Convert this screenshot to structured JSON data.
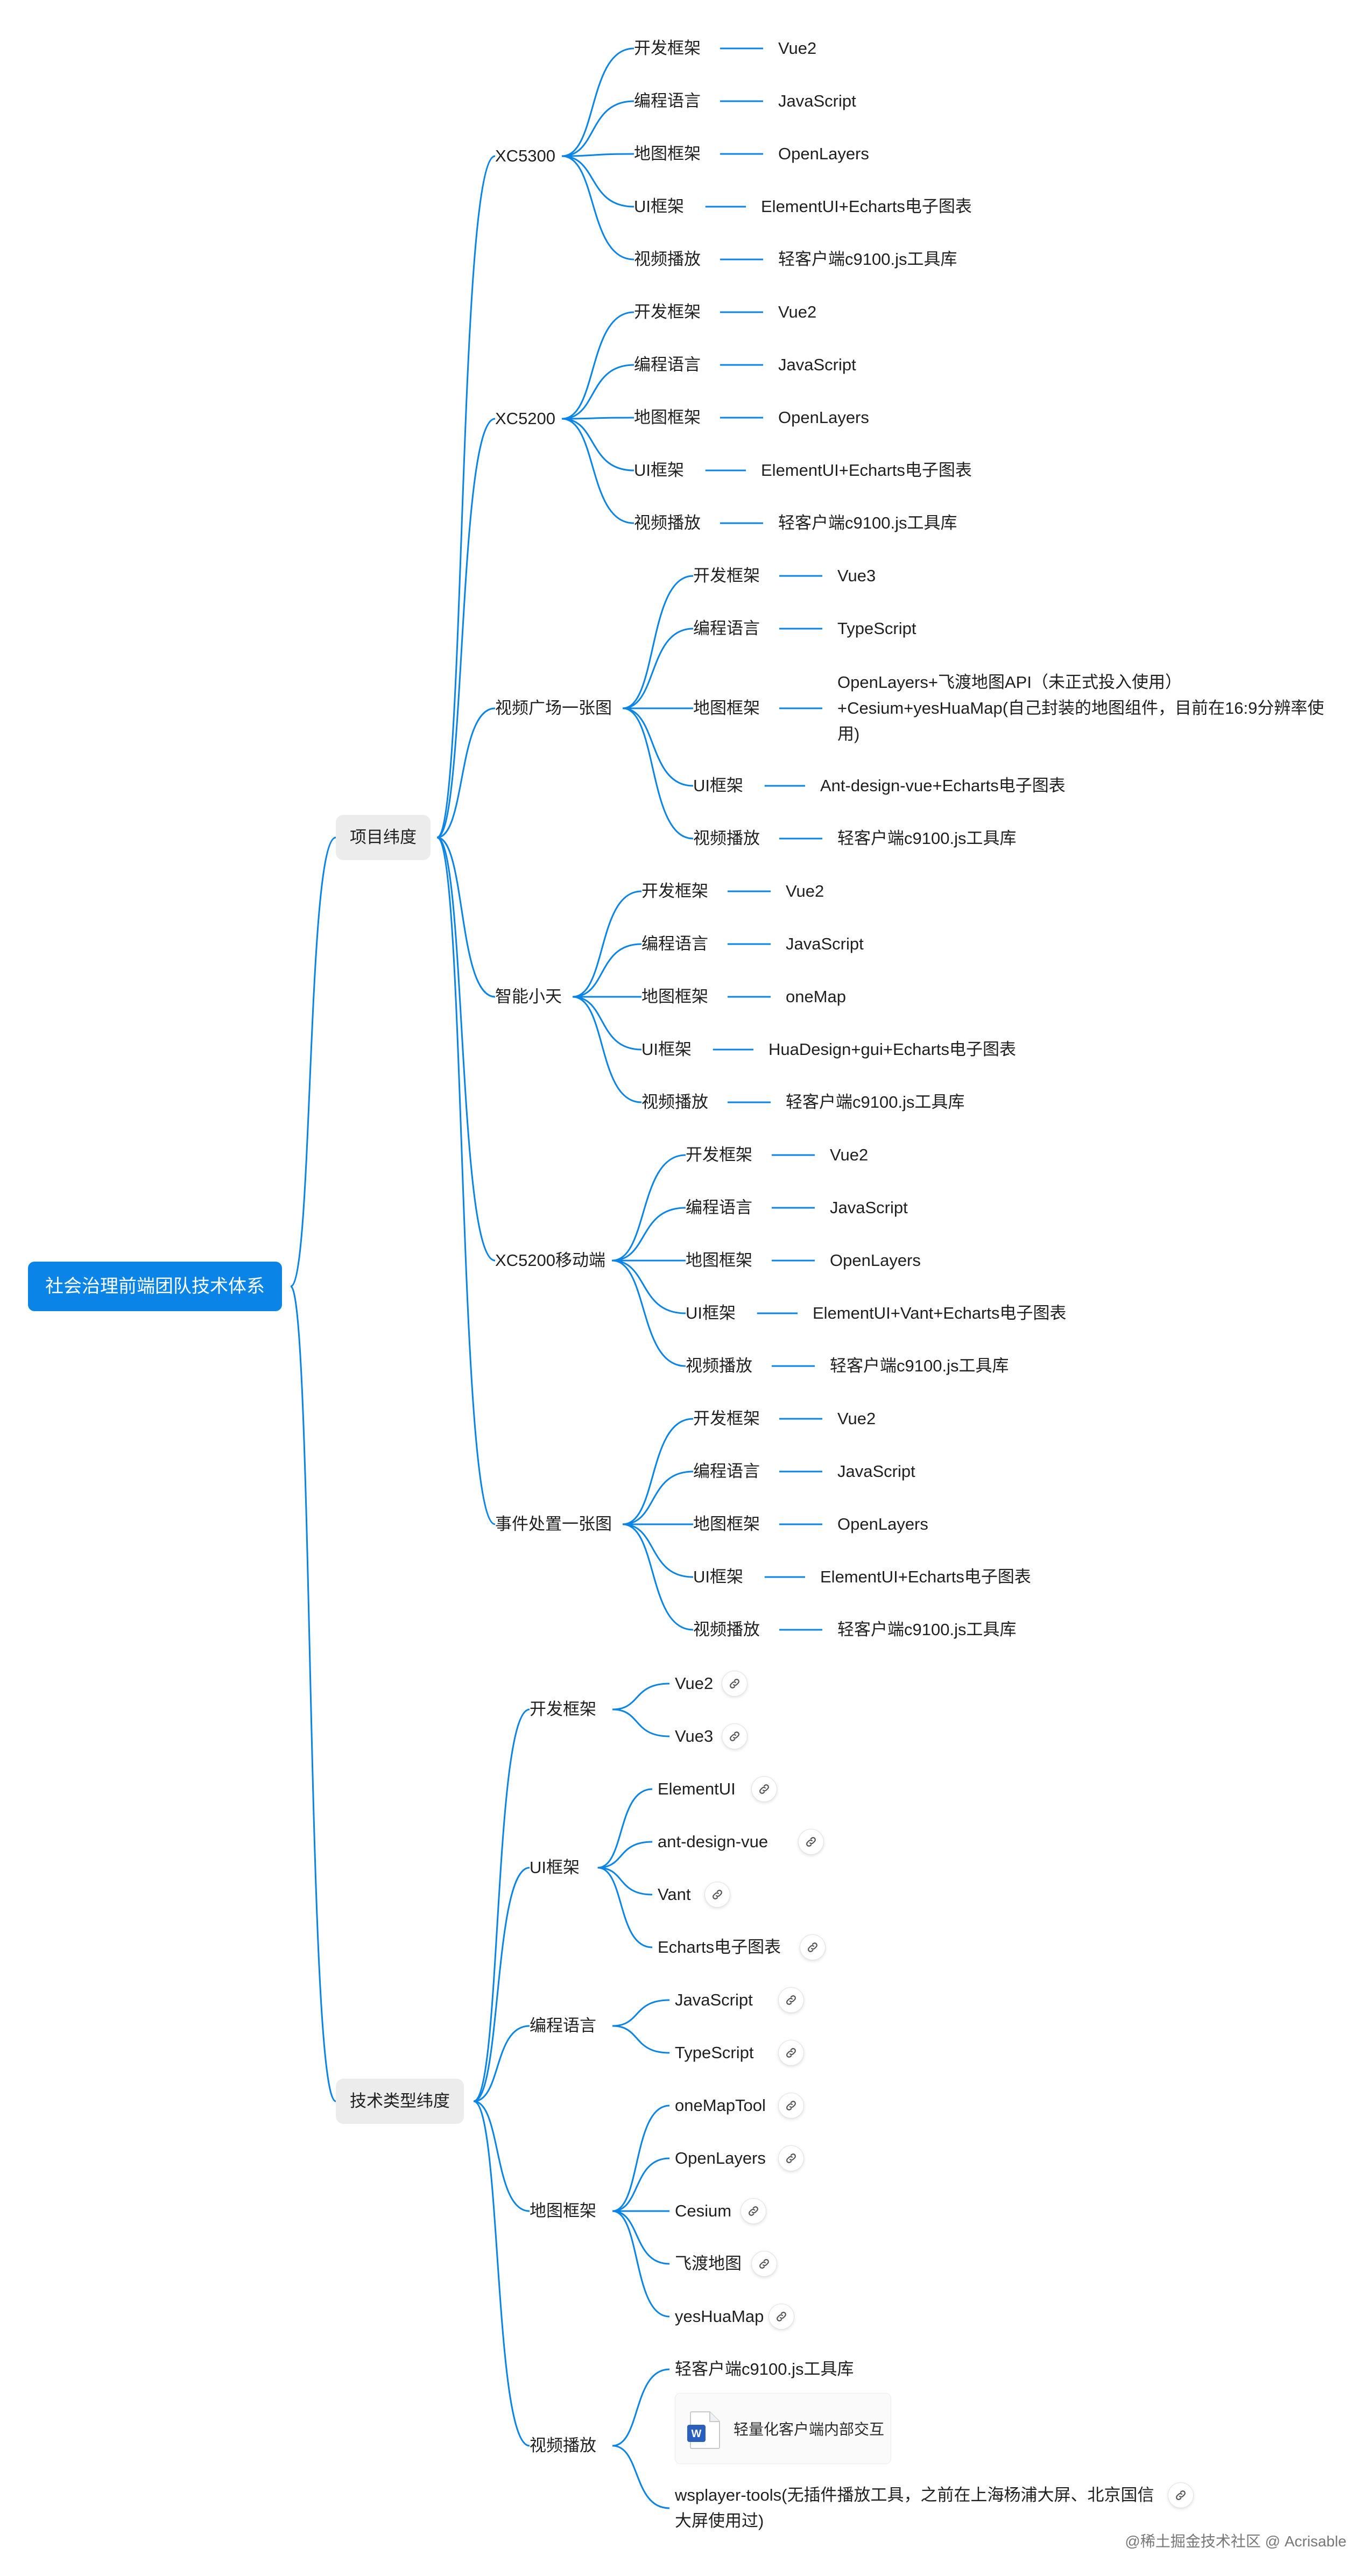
{
  "root": "社会治理前端团队技术体系",
  "dimensions": {
    "project": {
      "label": "项目纬度",
      "projects": [
        {
          "name": "XC5300",
          "items": [
            {
              "category": "开发框架",
              "value": "Vue2"
            },
            {
              "category": "编程语言",
              "value": "JavaScript"
            },
            {
              "category": "地图框架",
              "value": "OpenLayers"
            },
            {
              "category": "UI框架",
              "value": "ElementUI+Echarts电子图表"
            },
            {
              "category": "视频播放",
              "value": "轻客户端c9100.js工具库"
            }
          ]
        },
        {
          "name": "XC5200",
          "items": [
            {
              "category": "开发框架",
              "value": "Vue2"
            },
            {
              "category": "编程语言",
              "value": "JavaScript"
            },
            {
              "category": "地图框架",
              "value": "OpenLayers"
            },
            {
              "category": "UI框架",
              "value": "ElementUI+Echarts电子图表"
            },
            {
              "category": "视频播放",
              "value": "轻客户端c9100.js工具库"
            }
          ]
        },
        {
          "name": "视频广场一张图",
          "items": [
            {
              "category": "开发框架",
              "value": "Vue3"
            },
            {
              "category": "编程语言",
              "value": "TypeScript"
            },
            {
              "category": "地图框架",
              "value": "OpenLayers+飞渡地图API（未正式投入使用）+Cesium+yesHuaMap(自己封装的地图组件，目前在16:9分辨率使用)"
            },
            {
              "category": "UI框架",
              "value": "Ant-design-vue+Echarts电子图表"
            },
            {
              "category": "视频播放",
              "value": "轻客户端c9100.js工具库"
            }
          ]
        },
        {
          "name": "智能小天",
          "items": [
            {
              "category": "开发框架",
              "value": "Vue2"
            },
            {
              "category": "编程语言",
              "value": "JavaScript"
            },
            {
              "category": "地图框架",
              "value": "oneMap"
            },
            {
              "category": "UI框架",
              "value": "HuaDesign+gui+Echarts电子图表"
            },
            {
              "category": "视频播放",
              "value": "轻客户端c9100.js工具库"
            }
          ]
        },
        {
          "name": "XC5200移动端",
          "items": [
            {
              "category": "开发框架",
              "value": "Vue2"
            },
            {
              "category": "编程语言",
              "value": "JavaScript"
            },
            {
              "category": "地图框架",
              "value": "OpenLayers"
            },
            {
              "category": "UI框架",
              "value": "ElementUI+Vant+Echarts电子图表"
            },
            {
              "category": "视频播放",
              "value": "轻客户端c9100.js工具库"
            }
          ]
        },
        {
          "name": "事件处置一张图",
          "items": [
            {
              "category": "开发框架",
              "value": "Vue2"
            },
            {
              "category": "编程语言",
              "value": "JavaScript"
            },
            {
              "category": "地图框架",
              "value": "OpenLayers"
            },
            {
              "category": "UI框架",
              "value": "ElementUI+Echarts电子图表"
            },
            {
              "category": "视频播放",
              "value": "轻客户端c9100.js工具库"
            }
          ]
        }
      ]
    },
    "tech": {
      "label": "技术类型纬度",
      "categories": [
        {
          "name": "开发框架",
          "items": [
            "Vue2",
            "Vue3"
          ]
        },
        {
          "name": "UI框架",
          "items": [
            "ElementUI",
            "ant-design-vue",
            "Vant",
            "Echarts电子图表"
          ]
        },
        {
          "name": "编程语言",
          "items": [
            "JavaScript",
            "TypeScript"
          ]
        },
        {
          "name": "地图框架",
          "items": [
            "oneMapTool",
            "OpenLayers",
            "Cesium",
            "飞渡地图",
            "yesHuaMap"
          ]
        },
        {
          "name": "视频播放",
          "items": [
            "轻客户端c9100.js工具库",
            "wsplayer-tools(无插件播放工具，之前在上海杨浦大屏、北京国信大屏使用过)"
          ],
          "doc_card": "轻量化客户端内部交互"
        }
      ]
    }
  },
  "watermark": "@稀土掘金技术社区 @ Acrisable",
  "colors": {
    "line": "#0a84e6",
    "root_bg": "#0a84e6",
    "dim_bg": "#ececec"
  }
}
